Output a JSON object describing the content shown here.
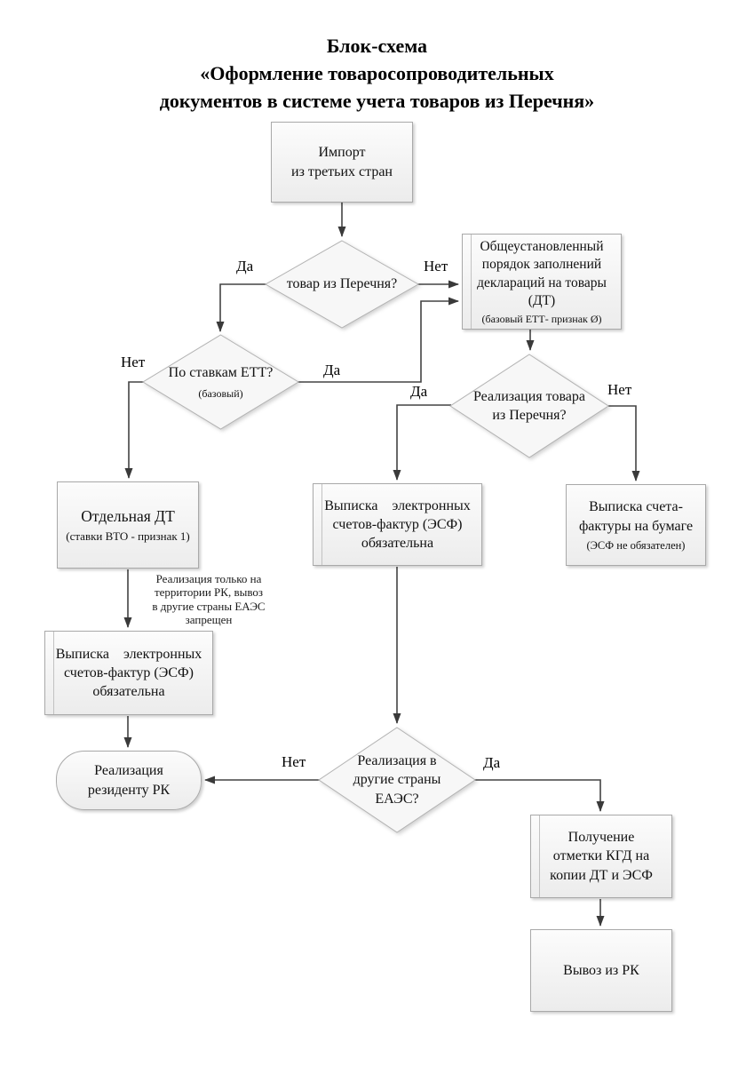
{
  "title": {
    "line1": "Блок-схема",
    "line2": "«Оформление товаросопроводительных",
    "line3": "документов в системе учета товаров из Перечня»"
  },
  "edge_labels": {
    "yes": "Да",
    "no": "Нет"
  },
  "nodes": {
    "import": {
      "text": "Импорт\nиз третьих стран"
    },
    "q_goods_list": {
      "text": "товар из Перечня?"
    },
    "general_order": {
      "text": "Общеустановленный\nпорядок заполнений\nдеклараций на товары\n(ДТ)",
      "note": "(базовый ЕТТ- признак Ø)"
    },
    "q_ett_rates": {
      "text": "По ставкам ЕТТ?",
      "note": "(базовый)"
    },
    "q_sale_list": {
      "text": "Реализация товара\nиз Перечня?"
    },
    "separate_dt": {
      "text": "Отдельная ДТ",
      "note": "(ставки ВТО - признак 1)"
    },
    "esf_mandatory_mid": {
      "text": "Выписка    электронных\nсчетов-фактур (ЭСФ)\nобязательна"
    },
    "paper_invoice": {
      "text": "Выписка счета-\nфактуры на бумаге",
      "note": "(ЭСФ не обязателен)"
    },
    "rk_only_note": {
      "text": "Реализация только на\nтерритории РК, вывоз\nв другие страны ЕАЭС\nзапрещен"
    },
    "esf_mandatory_left": {
      "text": "Выписка    электронных\nсчетов-фактур (ЭСФ)\nобязательна"
    },
    "sale_resident": {
      "text": "Реализация\nрезиденту РК"
    },
    "q_sale_eaes": {
      "text": "Реализация в\nдругие страны\nЕАЭС?"
    },
    "kgd_mark": {
      "text": "Получение\nотметки КГД на\nкопии ДТ и ЭСФ"
    },
    "export_rk": {
      "text": "Вывоз из РК"
    }
  },
  "colors": {
    "line": "#434343",
    "box_border": "#a9a9a9",
    "box_fill": "#f3f3f3",
    "text": "#111111"
  }
}
